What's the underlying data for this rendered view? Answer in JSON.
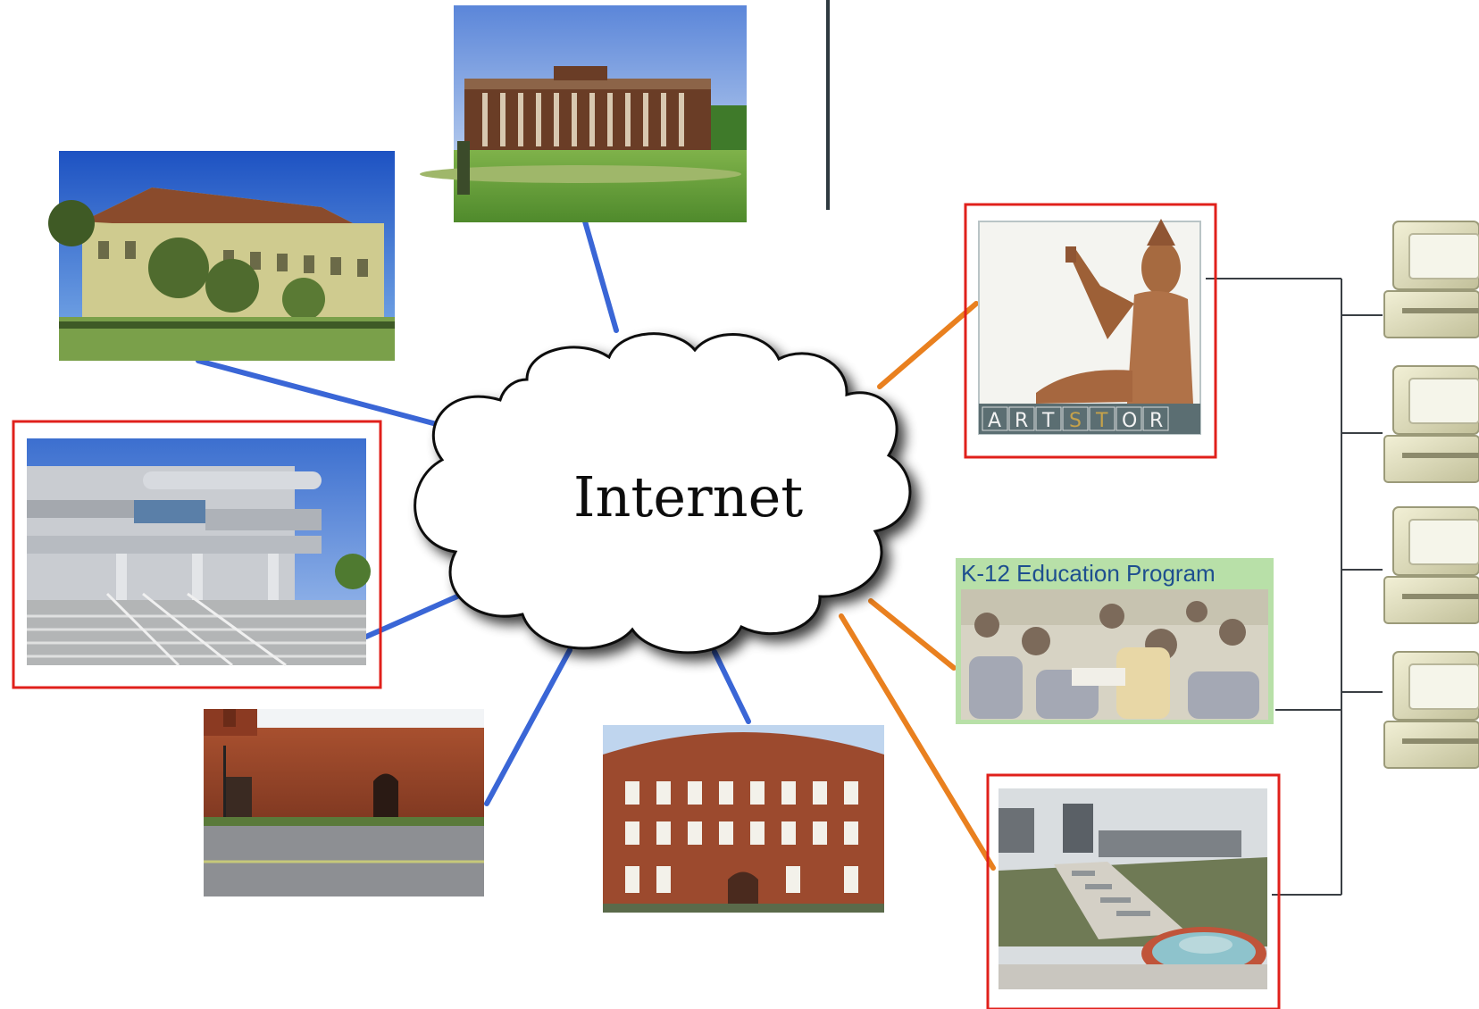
{
  "diagram": {
    "center_label": "Internet",
    "artstor_letters": [
      "A",
      "R",
      "T",
      "S",
      "T",
      "O",
      "R"
    ],
    "k12_label": "K-12 Education Program"
  },
  "colors": {
    "museum_link": "#3a66d6",
    "partner_link": "#e9801f",
    "highlight_frame": "#e0201b",
    "network_line": "#3a3f44",
    "artstor_bar": "#5b6e72",
    "artstor_letters_light": "#f2f2f2",
    "artstor_letters_gold": "#c6a24a"
  },
  "icons": {
    "museum_photos": [
      "museum-photo-altes",
      "museum-photo-palace",
      "museum-photo-getty",
      "museum-photo-brick",
      "museum-photo-factory"
    ],
    "partner_photos": [
      "artstor-statue-photo",
      "classroom-photo",
      "campus-photo"
    ],
    "terminals": [
      "computer-terminal-icon",
      "computer-terminal-icon",
      "computer-terminal-icon",
      "computer-terminal-icon"
    ]
  }
}
